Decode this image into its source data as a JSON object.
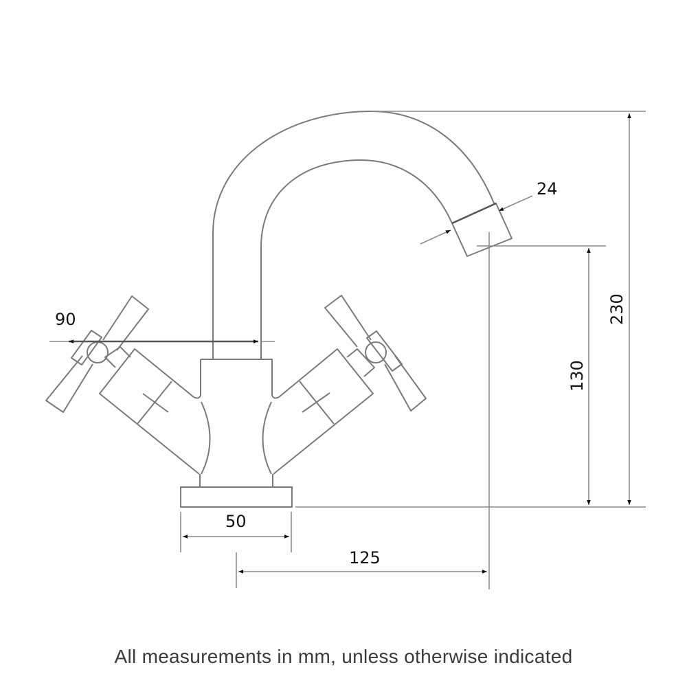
{
  "drawing": {
    "subject": "Basin mixer tap side elevation",
    "units": "mm",
    "dimensions": {
      "spout_outlet_diameter": {
        "label": "24",
        "value": 24
      },
      "handle_to_spout_reach": {
        "label": "90",
        "value": 90
      },
      "spout_outlet_height": {
        "label": "130",
        "value": 130
      },
      "overall_height": {
        "label": "230",
        "value": 230
      },
      "base_diameter": {
        "label": "50",
        "value": 50
      },
      "spout_projection": {
        "label": "125",
        "value": 125
      }
    },
    "colors": {
      "outline": "#7a7a7a",
      "dimension_line": "#8a8a8a",
      "label_text": "#111111",
      "footer_text": "#3a3a3a",
      "background": "#ffffff"
    }
  },
  "footer": {
    "note": "All measurements in mm, unless otherwise indicated"
  }
}
